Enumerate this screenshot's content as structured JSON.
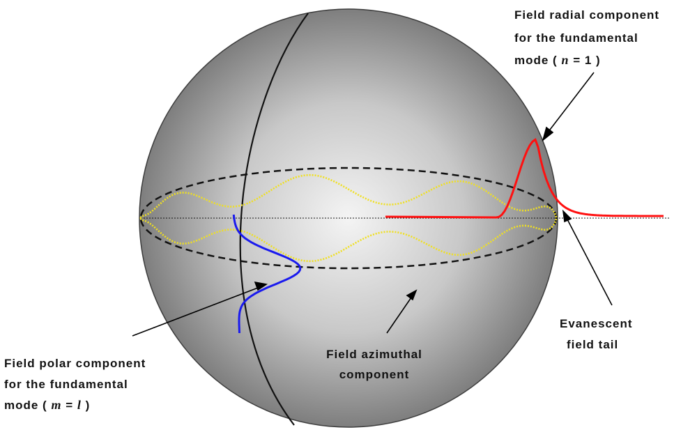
{
  "labels": {
    "radial_line1": "Field radial component",
    "radial_line2": "for the fundamental",
    "radial_line3_prefix": "mode  ( ",
    "radial_symbol": "n",
    "radial_line3_suffix": " = 1 )",
    "polar_line1": "Field polar component",
    "polar_line2": "for the fundamental",
    "polar_line3_prefix": "mode  ( ",
    "polar_symbol": "m",
    "polar_line3_mid": " = ",
    "polar_symbol2": "l",
    "polar_line3_suffix": " )",
    "azimuthal_line1": "Field azimuthal",
    "azimuthal_line2": "component",
    "evanescent_line1": "Evanescent",
    "evanescent_line2": "field tail"
  },
  "colors": {
    "sphere_edge": "#5a5a5a",
    "sphere_highlight": "#f2f2f2",
    "sphere_shadow": "#7a7a7a",
    "azimuthal_wave": "#f0e020",
    "radial_curve": "#ff1010",
    "polar_curve": "#1a1aee",
    "outline": "#000000"
  }
}
